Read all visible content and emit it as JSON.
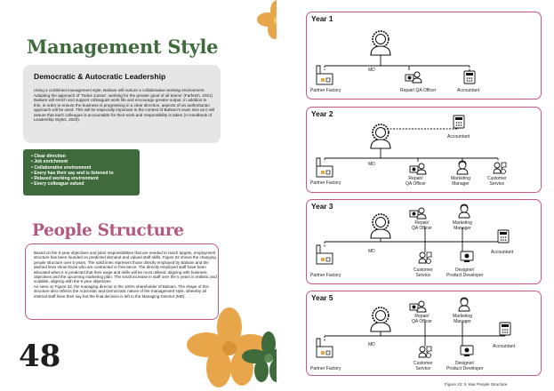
{
  "left_page": {
    "management_title": "Management Style",
    "leadership_heading": "Democratic & Autocratic Leadership",
    "leadership_body": "Using a combined management style, Balsam will nurture a collaborative working environment. Adopting the approach of 'Todos Juntos', working for the greater good of all teams' (Farfetch, 2021) Balsam will enrich and support colleagues work life and encourage greater output. In addition to this, in order to ensure the business is progressing in a clear direction, aspects of an authoritarian approach will be used. This will be especially important in the context of Balsam's team size as it will assure that each colleague is accountable for their work and responsibility is taken (A Handbook of Leadership Styles, 2020).",
    "bullets": [
      "Clear direction",
      "Job enrichment",
      "Collaborative environment",
      "Every has their say and is listened to",
      "Relaxed working environment",
      "Every colleague valued"
    ],
    "people_title": "People Structure",
    "people_body": "Based on the 5-year objectives and jobs/ responsibilities that are needed to reach targets, employment structure has been founded on predicted demand and valued staff skills. Figure 22 shows the changing people structure over 5 years. The solid lines represent those directly employed by Balsam and the dashed lines show those who are contracted or free-lance. The directly employed staff have been allocated when it is predicted that their wage and skills will be most utilised, aligning with business objectives and the upcoming marketing plan. The small increase in staff over the 5 years is realistic and scalable, aligning with the 5-year objectives.\nAs seen on Figure 22, the managing director is the 100% shareholder of Balsam. The shape of this structure also reflects the Autocratic and Democratic nature of the management style, whereby all internal staff have their say but the final decision is left to the Managing Director (MD).",
    "page_number": "48"
  },
  "right_page": {
    "caption": "Figure 22: 5 Year People Structure",
    "years": [
      {
        "year": "Year 1",
        "labels": {
          "md": "MD",
          "factory": "Partner Factory",
          "repair": "Repair/ QA Officer",
          "accountant": "Accountant"
        }
      },
      {
        "year": "Year 2",
        "labels": {
          "md": "MD",
          "factory": "Partner Factory",
          "accountant": "Accountant",
          "repair": "Repair/\nQA Officer",
          "marketing": "Marketing\nManager",
          "customer": "Customer\nService"
        }
      },
      {
        "year": "Year 3",
        "labels": {
          "md": "MD",
          "factory": "Partner Factory",
          "repair": "Repair/\nQA Officer",
          "marketing": "Marketing\nManager",
          "accountant": "Accountant",
          "customer": "Customer\nService",
          "designer": "Designer/\nProduct Developer"
        }
      },
      {
        "year": "Year 5",
        "labels": {
          "md": "MD",
          "factory": "Partner Factory",
          "repair": "Repair/\nQA Officer",
          "marketing": "Marketing\nManager",
          "accountant": "Accountant",
          "customer": "Customer\nService",
          "designer": "Designer/\nProduct Developer"
        }
      }
    ]
  },
  "colors": {
    "green": "#3f6a3c",
    "pink": "#c35a86",
    "orange": "#e8a64a"
  }
}
